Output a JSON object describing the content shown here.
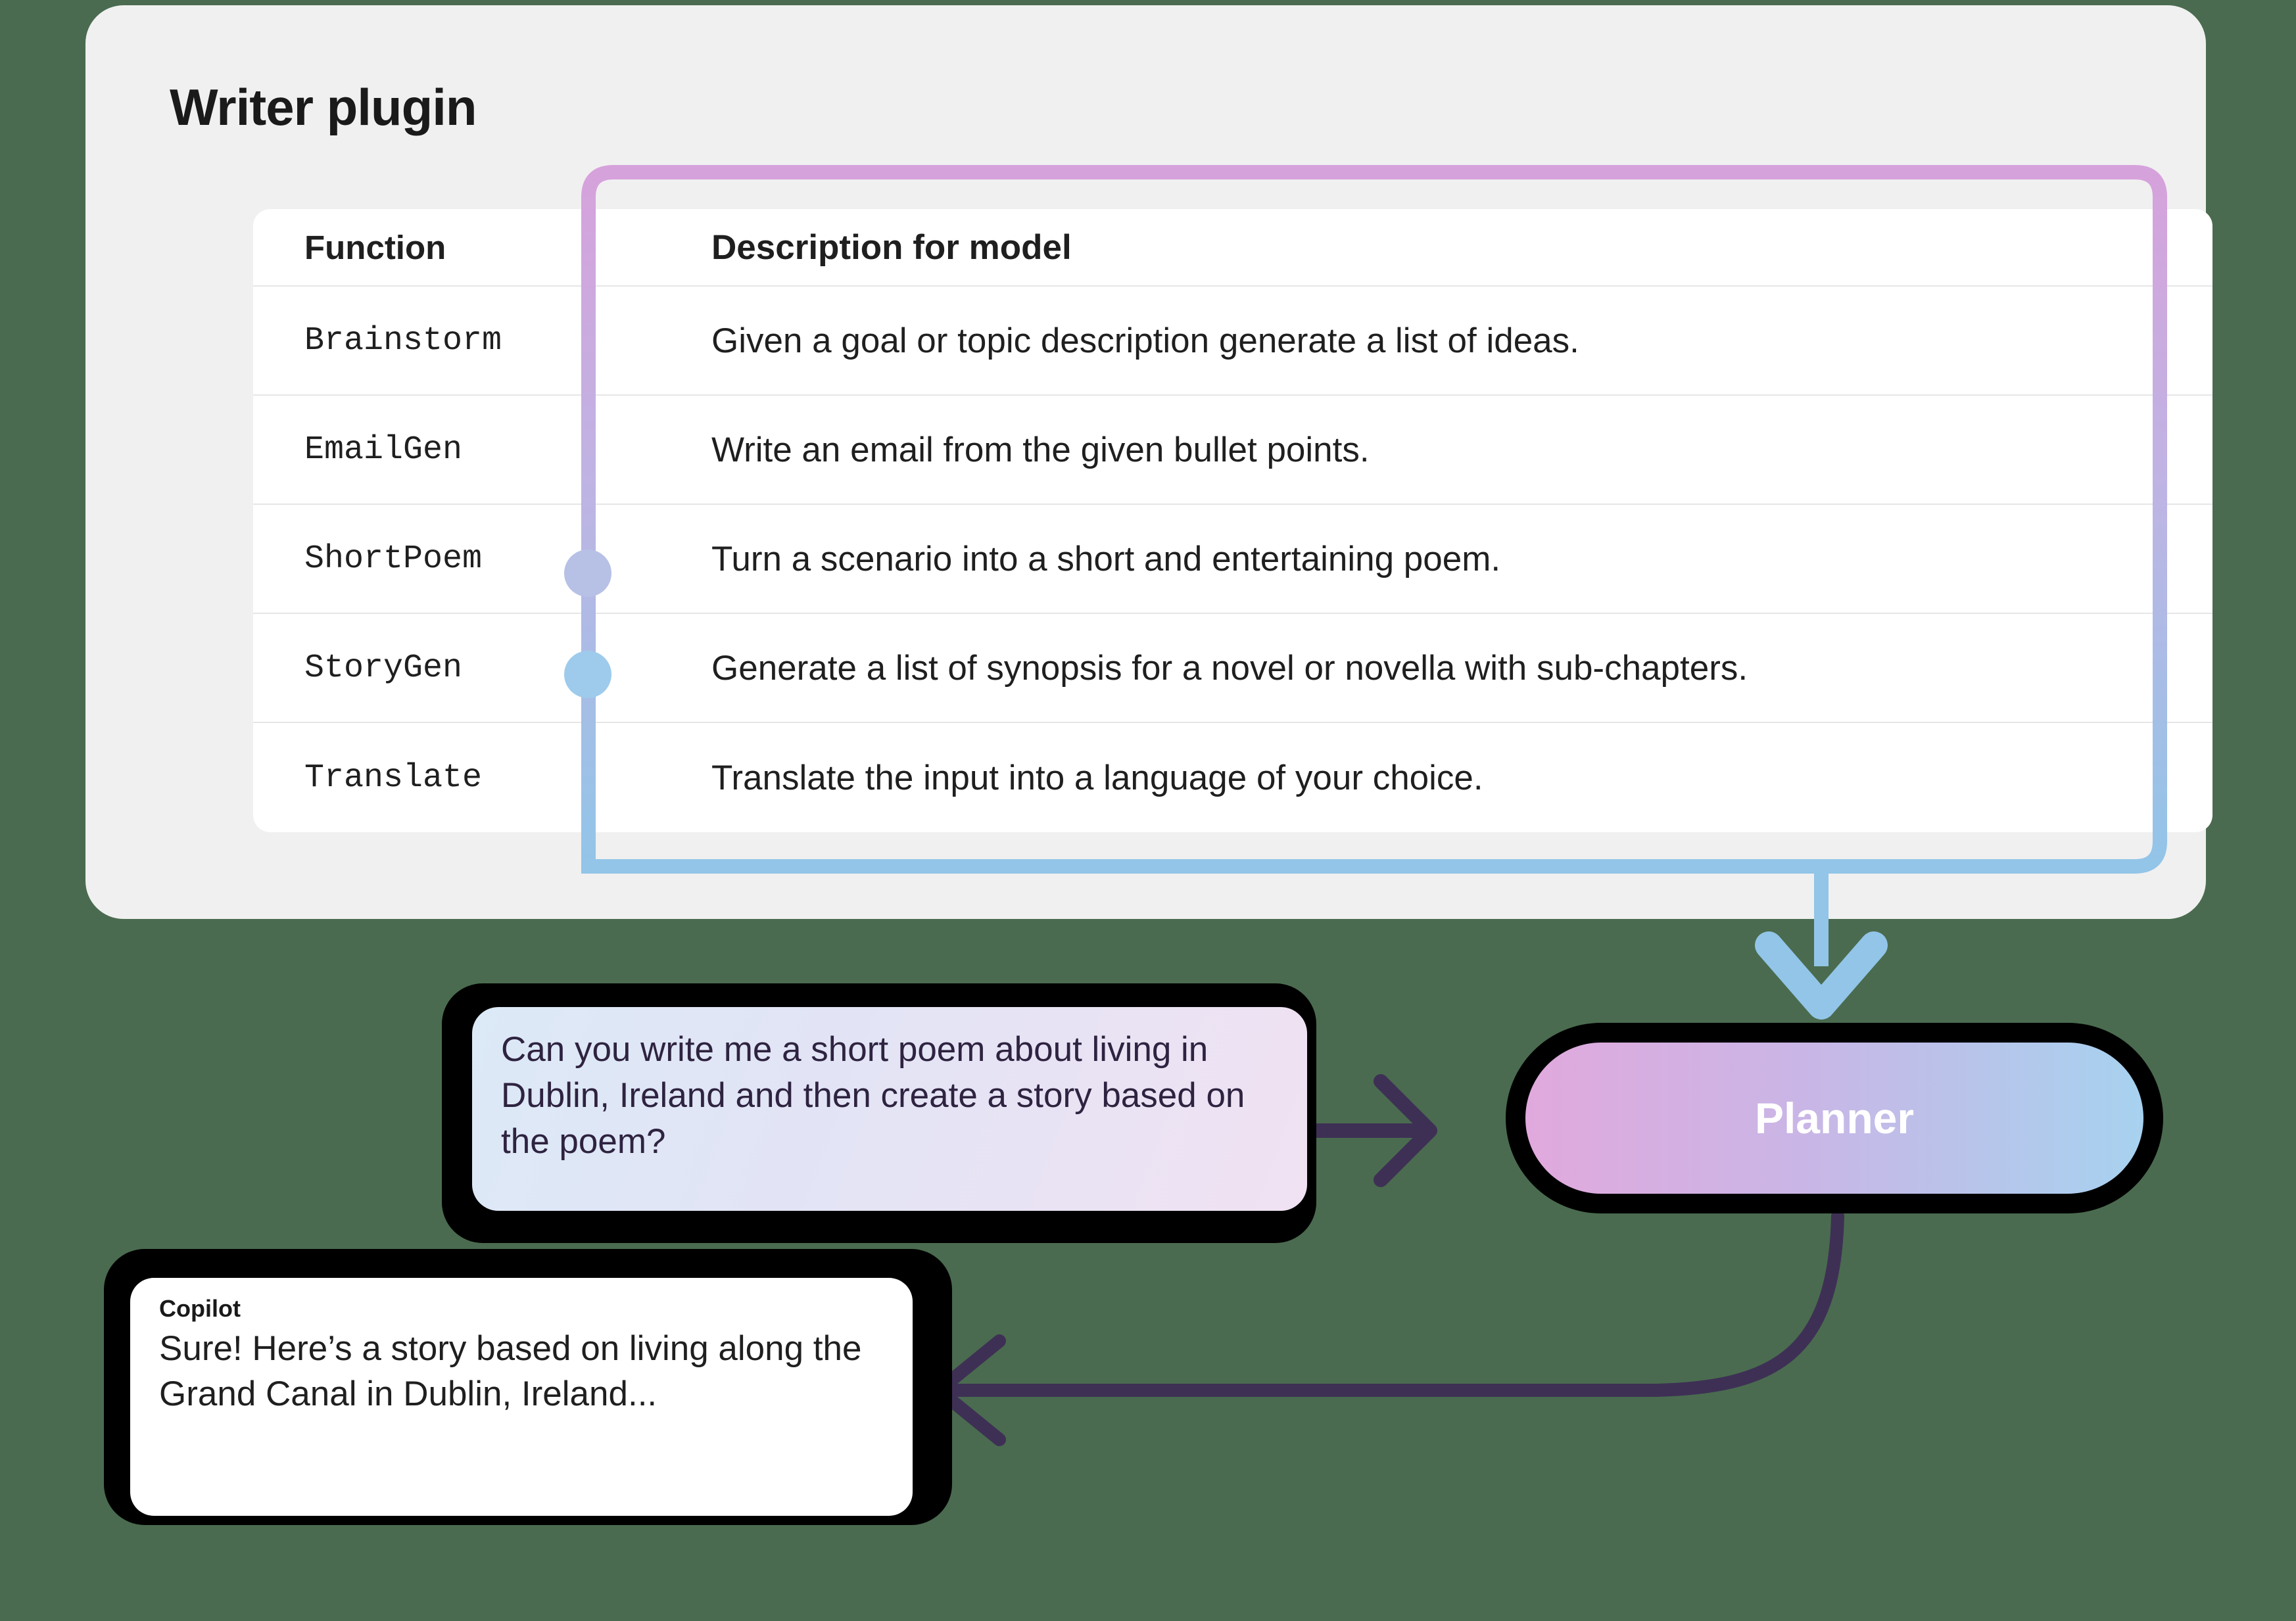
{
  "page": {
    "background_color": "#4a6b4f",
    "card_background": "#f0f0f0"
  },
  "card": {
    "title": "Writer plugin"
  },
  "table": {
    "columns": [
      "Function",
      "Description for model"
    ],
    "rows": [
      {
        "function": "Brainstorm",
        "description": "Given a goal or topic description generate a list of ideas.",
        "marker": null
      },
      {
        "function": "EmailGen",
        "description": "Write an email from the given bullet points.",
        "marker": null
      },
      {
        "function": "ShortPoem",
        "description": "Turn a scenario into a short and entertaining poem.",
        "marker": "#b7c1e6"
      },
      {
        "function": "StoryGen",
        "description": "Generate a list of synopsis for a novel or novella with sub-chapters.",
        "marker": "#9ecbec"
      },
      {
        "function": "Translate",
        "description": "Translate the input into a language of your choice.",
        "marker": null
      }
    ]
  },
  "flow": {
    "route_color_start": "#d6a2dc",
    "route_color_end": "#92c5e8",
    "arrow_color": "#3e3055",
    "user_message": "Can you write me a short poem about living in Dublin, Ireland and then create a story based on the poem?",
    "planner_label": "Planner",
    "assistant": {
      "name": "Copilot",
      "message": "Sure! Here’s a story based on living along the Grand Canal in Dublin, Ireland..."
    }
  }
}
